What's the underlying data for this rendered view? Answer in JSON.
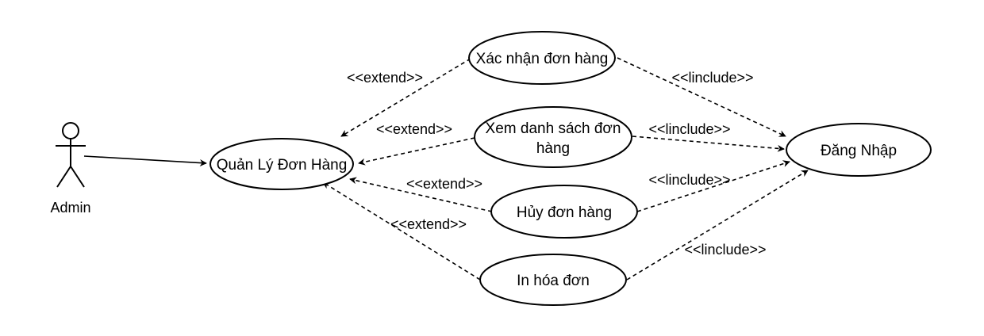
{
  "actor": {
    "name": "Admin"
  },
  "use_cases": {
    "main": "Quản Lý Đơn Hàng",
    "confirm": "Xác nhận đơn hàng",
    "view_line1": "Xem danh sách đơn",
    "view_line2": "hàng",
    "cancel": "Hủy đơn hàng",
    "print": "In hóa đơn",
    "login": "Đăng Nhập"
  },
  "relations": {
    "extend_confirm": "<<extend>>",
    "extend_view": "<<extend>>",
    "extend_cancel": "<<extend>>",
    "extend_print": "<<extend>>",
    "include_confirm": "<<linclude>>",
    "include_view": "<<linclude>>",
    "include_cancel": "<<linclude>>",
    "include_print": "<<linclude>>"
  },
  "colors": {
    "stroke": "#000000",
    "background": "#ffffff"
  }
}
